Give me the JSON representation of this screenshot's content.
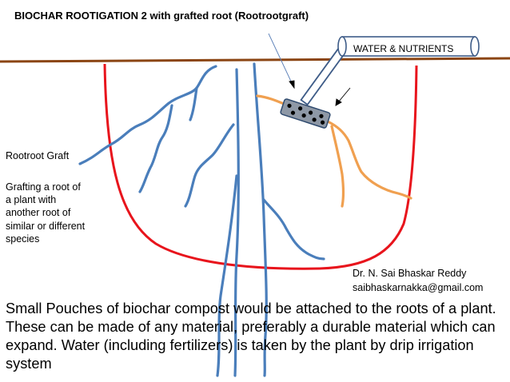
{
  "title": "BIOCHAR ROOTIGATION 2 with grafted root (Rootrootgraft)",
  "water_label": "WATER & NUTRIENTS",
  "side_title": "Rootroot Graft",
  "side_text": "Grafting a root of a plant with another root of similar or different species",
  "author_name": "Dr. N. Sai Bhaskar Reddy",
  "author_email": "saibhaskarnakka@gmail.com",
  "body_text": "Small Pouches of biochar compost would be attached to the roots of a plant. These can be made of any material, preferably a durable material which can expand. Water (including fertilizers) is taken by the plant by drip irrigation system",
  "colors": {
    "ground": "#8B4513",
    "container": "#E8141C",
    "roots": "#4A7EBB",
    "grafted_root": "#F0A050",
    "pouch": "#7F8C9A"
  }
}
